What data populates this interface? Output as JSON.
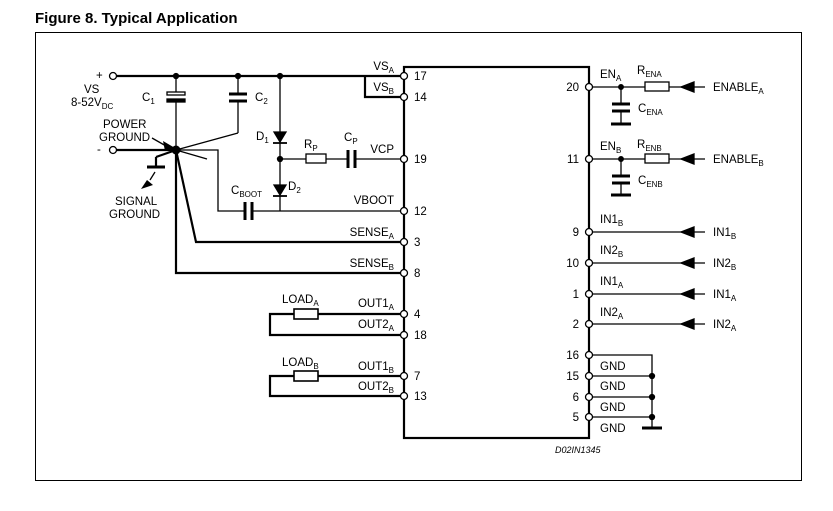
{
  "figure": {
    "title": "Figure 8. Typical Application",
    "code": "D02IN1345"
  },
  "supply": {
    "plus": "+",
    "minus": "-",
    "vs_label": "VS",
    "range_prefix": "8-52V",
    "range_sub": "DC",
    "power_ground_1": "POWER",
    "power_ground_2": "GROUND",
    "signal_ground_1": "SIGNAL",
    "signal_ground_2": "GROUND"
  },
  "components": {
    "c1": {
      "base": "C",
      "sub": "1"
    },
    "c2": {
      "base": "C",
      "sub": "2"
    },
    "d1": {
      "base": "D",
      "sub": "1"
    },
    "d2": {
      "base": "D",
      "sub": "2"
    },
    "rp": {
      "base": "R",
      "sub": "P"
    },
    "cp": {
      "base": "C",
      "sub": "P"
    },
    "cboot": {
      "base": "C",
      "sub": "BOOT"
    },
    "load_a": {
      "base": "LOAD",
      "sub": "A"
    },
    "load_b": {
      "base": "LOAD",
      "sub": "B"
    },
    "rena": {
      "base": "R",
      "sub": "ENA"
    },
    "cena": {
      "base": "C",
      "sub": "ENA"
    },
    "renb": {
      "base": "R",
      "sub": "ENB"
    },
    "cenb": {
      "base": "C",
      "sub": "ENB"
    }
  },
  "left_pins": [
    {
      "name": "VS",
      "sub": "A",
      "num": "17"
    },
    {
      "name": "VS",
      "sub": "B",
      "num": "14"
    },
    {
      "name": "VCP",
      "sub": "",
      "num": "19"
    },
    {
      "name": "VBOOT",
      "sub": "",
      "num": "12"
    },
    {
      "name": "SENSE",
      "sub": "A",
      "num": "3"
    },
    {
      "name": "SENSE",
      "sub": "B",
      "num": "8"
    },
    {
      "name": "OUT1",
      "sub": "A",
      "num": "4"
    },
    {
      "name": "OUT2",
      "sub": "A",
      "num": "18"
    },
    {
      "name": "OUT1",
      "sub": "B",
      "num": "7"
    },
    {
      "name": "OUT2",
      "sub": "B",
      "num": "13"
    }
  ],
  "right_pins": [
    {
      "name": "EN",
      "sub": "A",
      "num": "20",
      "signal": "ENABLE",
      "signal_sub": "A"
    },
    {
      "name": "EN",
      "sub": "B",
      "num": "11",
      "signal": "ENABLE",
      "signal_sub": "B"
    },
    {
      "name": "IN1",
      "sub": "B",
      "num": "9",
      "signal": "IN1",
      "signal_sub": "B"
    },
    {
      "name": "IN2",
      "sub": "B",
      "num": "10",
      "signal": "IN2",
      "signal_sub": "B"
    },
    {
      "name": "IN1",
      "sub": "A",
      "num": "1",
      "signal": "IN1",
      "signal_sub": "A"
    },
    {
      "name": "IN2",
      "sub": "A",
      "num": "2",
      "signal": "IN2",
      "signal_sub": "A"
    }
  ],
  "gnd_pins": [
    {
      "name": "GND",
      "num": "16"
    },
    {
      "name": "GND",
      "num": "15"
    },
    {
      "name": "GND",
      "num": "6"
    },
    {
      "name": "GND",
      "num": "5"
    }
  ]
}
